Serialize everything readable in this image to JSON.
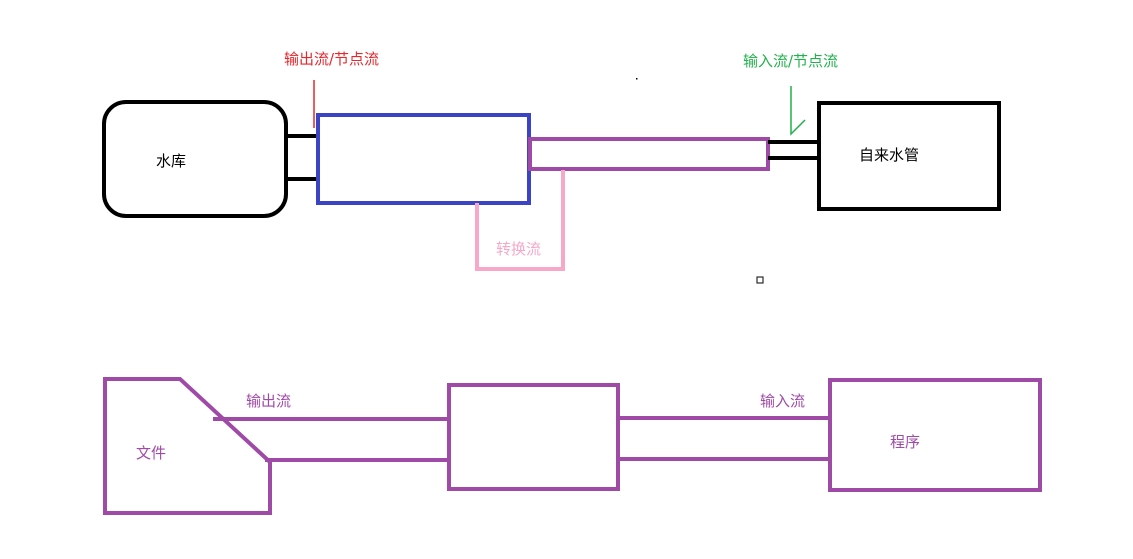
{
  "colors": {
    "black": "#000000",
    "blue": "#3b44c4",
    "purple": "#a04aa8",
    "pink": "#f7a8c8",
    "red": "#e8262b",
    "green": "#22b14c"
  },
  "top_diagram": {
    "reservoir_label": "水库",
    "tap_label": "自来水管",
    "output_node_stream_label": "输出流/节点流",
    "input_node_stream_label": "输入流/节点流",
    "conversion_stream_label": "转换流"
  },
  "bottom_diagram": {
    "file_label": "文件",
    "program_label": "程序",
    "output_stream_label": "输出流",
    "input_stream_label": "输入流"
  }
}
